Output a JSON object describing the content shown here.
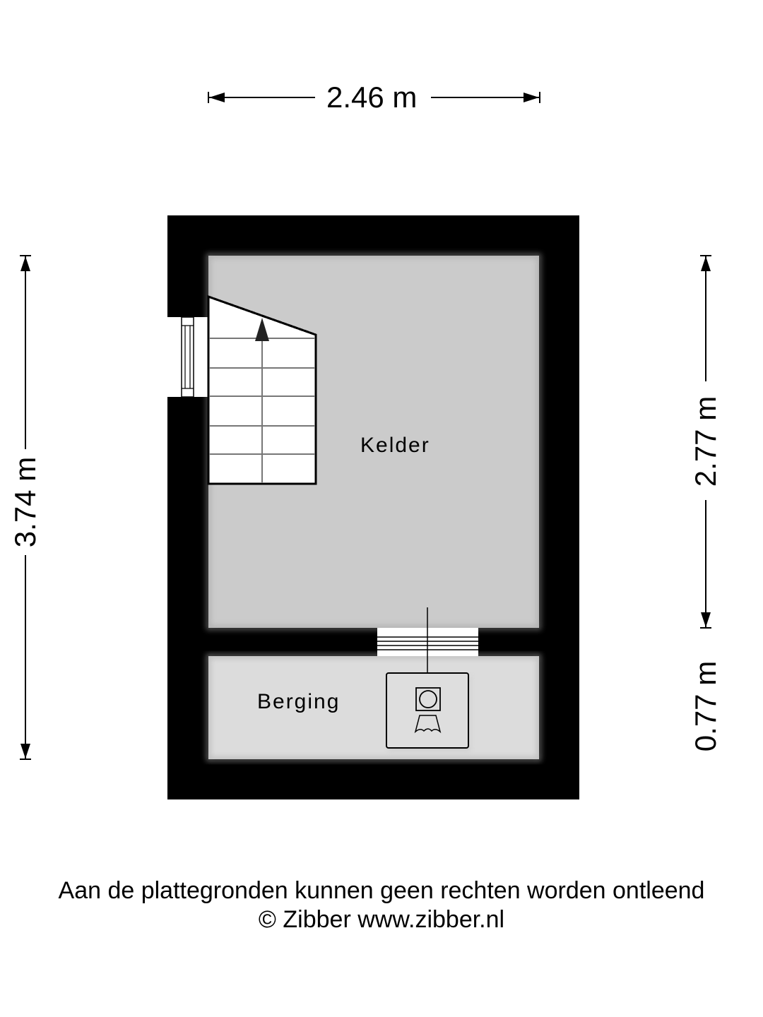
{
  "dimensions": {
    "top_width": "2.46 m",
    "left_height": "3.74 m",
    "right_upper_height": "2.77 m",
    "right_lower_height": "0.77 m"
  },
  "rooms": [
    {
      "name": "Kelder"
    },
    {
      "name": "Berging"
    }
  ],
  "icons": {
    "stairs": "staircase-up-arrow",
    "window": "window",
    "door": "door-opening",
    "boiler": "boiler-unit"
  },
  "colors": {
    "wall": "#000000",
    "kelder_floor": "#cbcbcb",
    "berging_floor": "#dcdcdc",
    "background": "#ffffff"
  },
  "footer": {
    "disclaimer": "Aan de plattegronden kunnen geen rechten worden ontleend",
    "copyright": "© Zibber www.zibber.nl"
  }
}
